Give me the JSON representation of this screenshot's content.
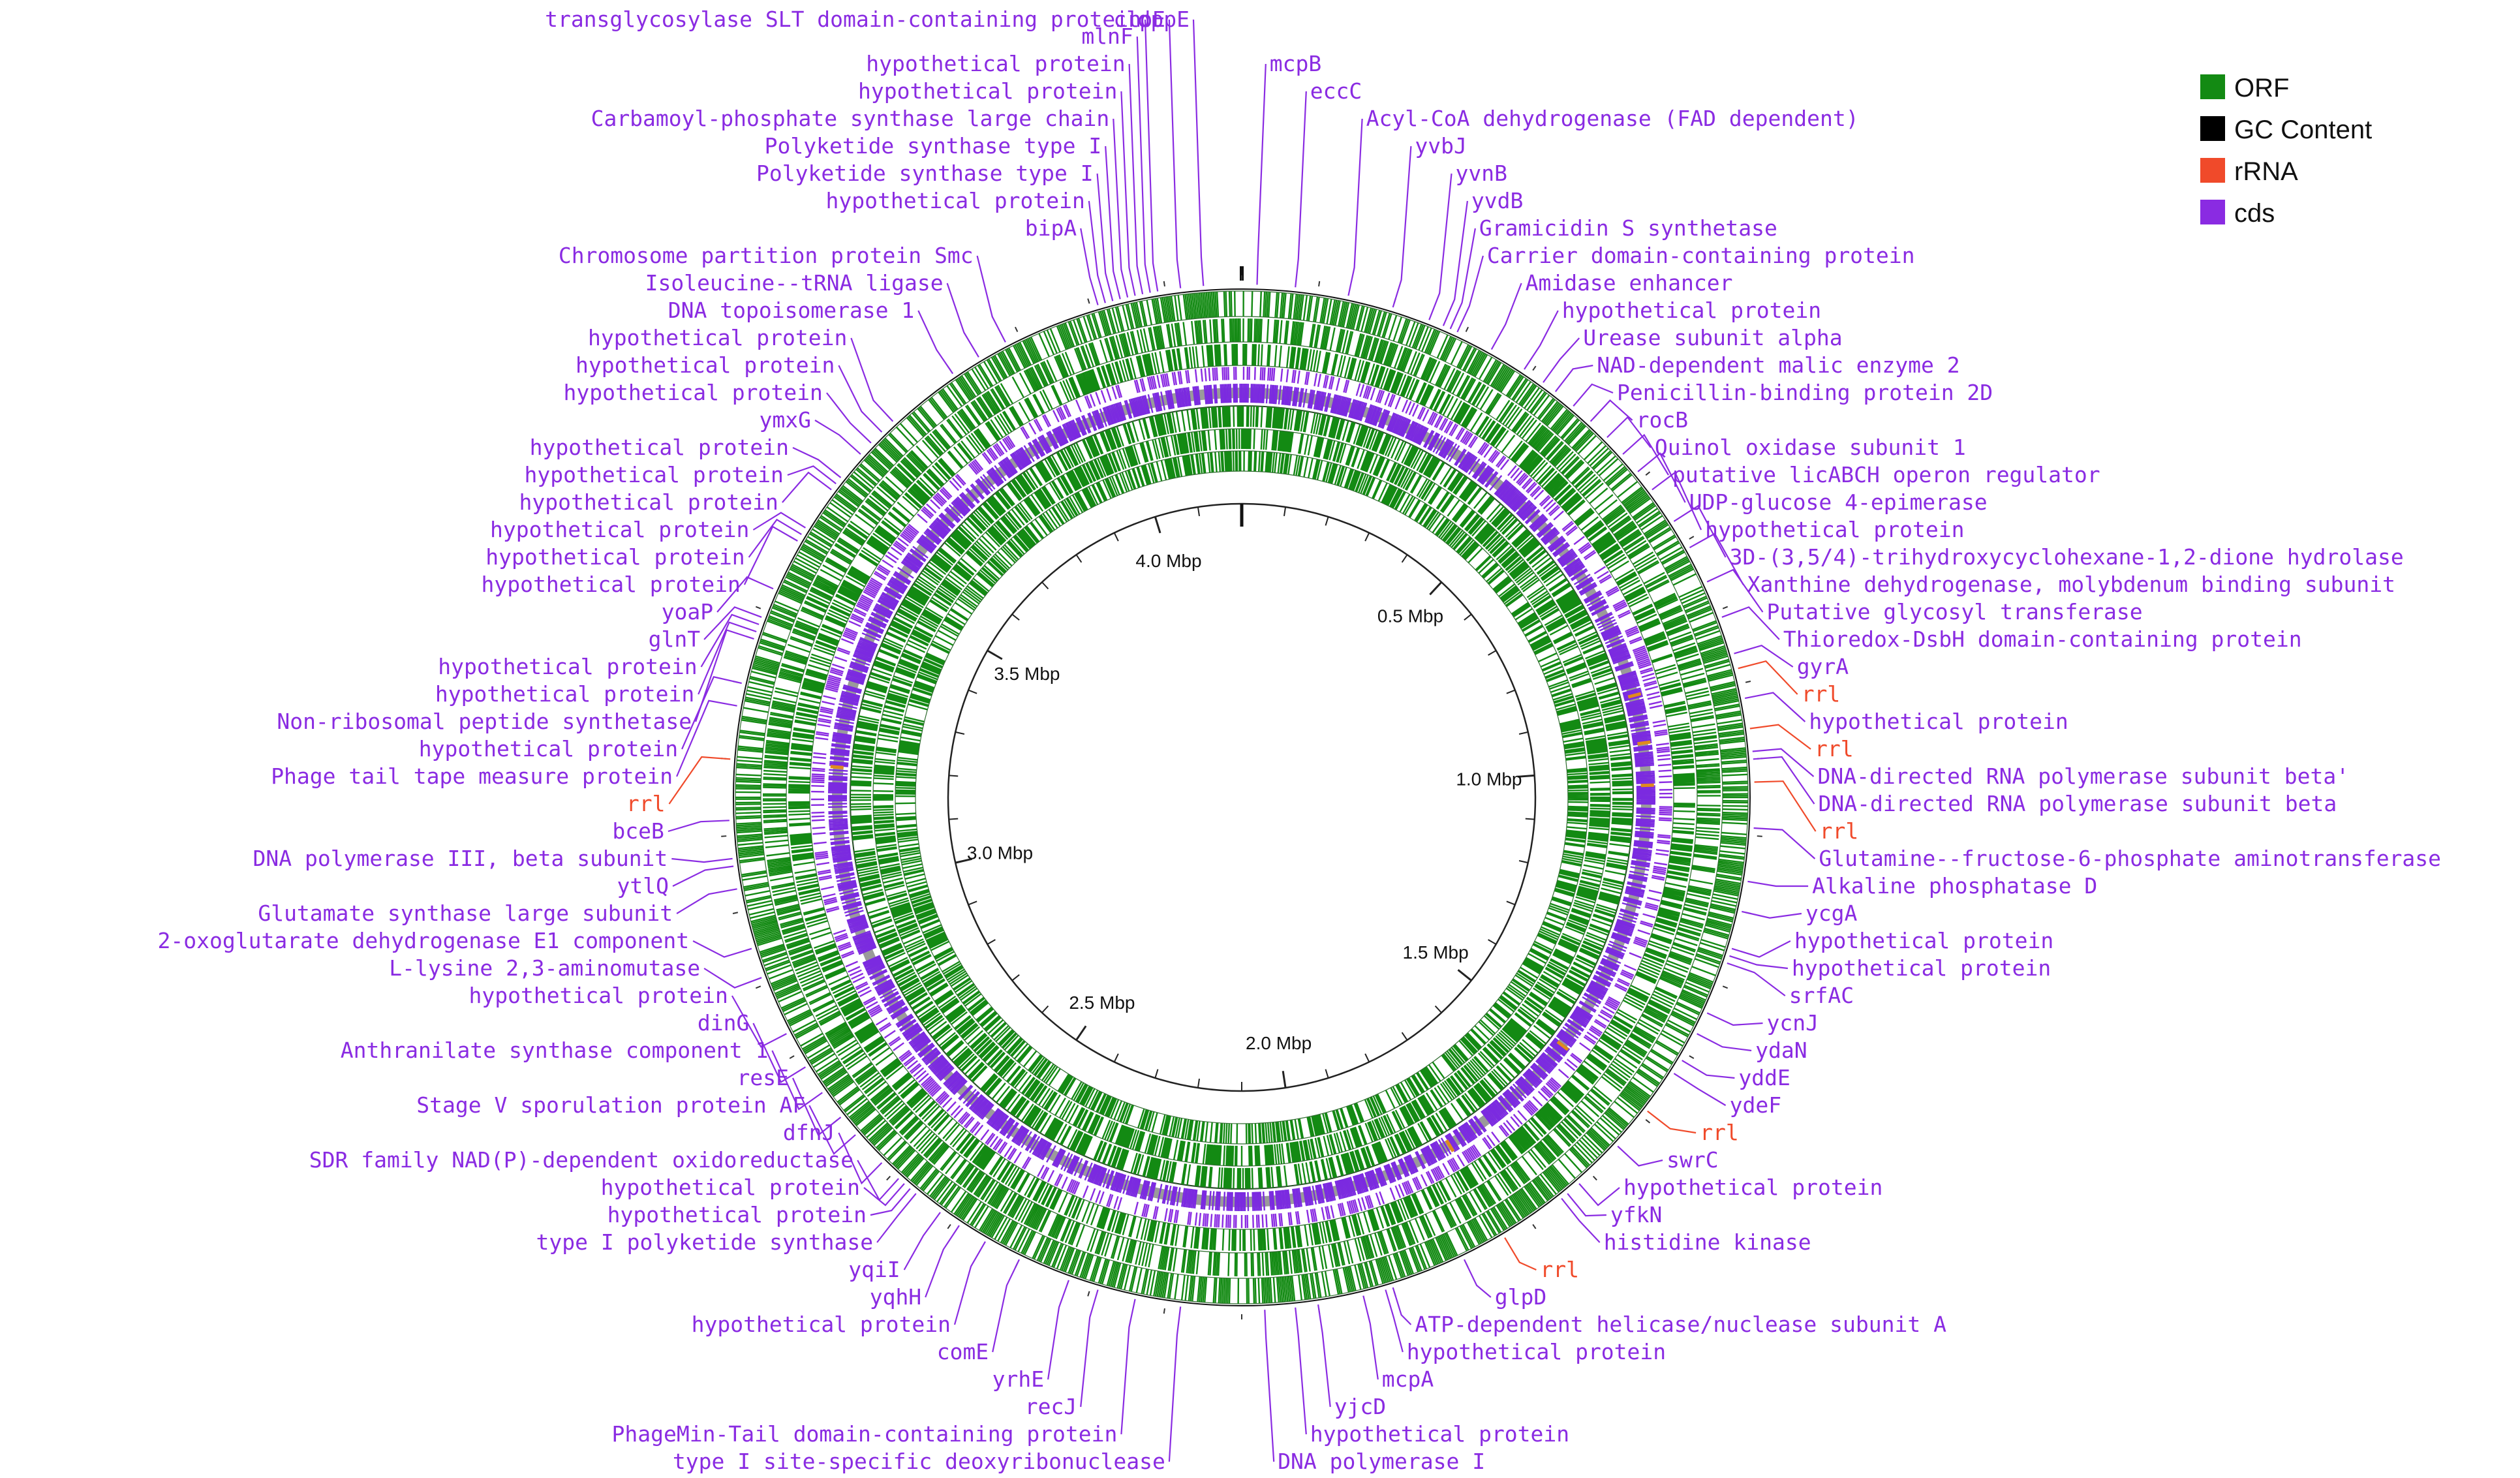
{
  "legend": [
    {
      "label": "ORF",
      "color": "#138a13"
    },
    {
      "label": "GC Content",
      "color": "#000000"
    },
    {
      "label": "rRNA",
      "color": "#f04a2a"
    },
    {
      "label": "cds",
      "color": "#8a2be2"
    }
  ],
  "genome": {
    "length_mbp": 4.2,
    "scale_labels": [
      "0.5 Mbp",
      "1.0 Mbp",
      "1.5 Mbp",
      "2.0 Mbp",
      "2.5 Mbp",
      "3.0 Mbp",
      "3.5 Mbp",
      "4.0 Mbp"
    ],
    "scale_positions_mbp": [
      0.5,
      1.0,
      1.5,
      2.0,
      2.5,
      3.0,
      3.5,
      4.0
    ]
  },
  "colors": {
    "cds_label": "#8a2be2",
    "rrna_label": "#f04a2a",
    "orf": "#138a13",
    "orf_dark": "#0b6e0b",
    "ring_border": "#111111",
    "gc_track": "#9a9a9a"
  },
  "features": [
    {
      "label": "hypothetical protein",
      "type": "cds",
      "pos_mbp": 4.06
    },
    {
      "label": "hypothetical protein",
      "type": "cds",
      "pos_mbp": 4.07
    },
    {
      "label": "mlnF",
      "type": "cds",
      "pos_mbp": 4.08
    },
    {
      "label": "transglycosylase SLT domain-containing protein",
      "type": "cds",
      "pos_mbp": 4.09
    },
    {
      "label": "Carbamoyl-phosphate synthase large chain",
      "type": "cds",
      "pos_mbp": 4.05
    },
    {
      "label": "Polyketide synthase type I",
      "type": "cds",
      "pos_mbp": 4.04
    },
    {
      "label": "Polyketide synthase type I",
      "type": "cds",
      "pos_mbp": 4.03
    },
    {
      "label": "hypothetical protein",
      "type": "cds",
      "pos_mbp": 4.02
    },
    {
      "label": "bipA",
      "type": "cds",
      "pos_mbp": 4.01
    },
    {
      "label": "clpE",
      "type": "cds",
      "pos_mbp": 4.12
    },
    {
      "label": "dppE",
      "type": "cds",
      "pos_mbp": 4.15
    },
    {
      "label": "mcpB",
      "type": "cds",
      "pos_mbp": 0.02
    },
    {
      "label": "eccC",
      "type": "cds",
      "pos_mbp": 0.07
    },
    {
      "label": "Acyl-CoA dehydrogenase (FAD dependent)",
      "type": "cds",
      "pos_mbp": 0.14
    },
    {
      "label": "yvbJ",
      "type": "cds",
      "pos_mbp": 0.2
    },
    {
      "label": "yvnB",
      "type": "cds",
      "pos_mbp": 0.25
    },
    {
      "label": "yvdB",
      "type": "cds",
      "pos_mbp": 0.27
    },
    {
      "label": "Gramicidin S synthetase",
      "type": "cds",
      "pos_mbp": 0.28
    },
    {
      "label": "Carrier domain-containing protein",
      "type": "cds",
      "pos_mbp": 0.29
    },
    {
      "label": "Amidase enhancer",
      "type": "cds",
      "pos_mbp": 0.34
    },
    {
      "label": "hypothetical protein",
      "type": "cds",
      "pos_mbp": 0.39
    },
    {
      "label": "Urease subunit alpha",
      "type": "cds",
      "pos_mbp": 0.42
    },
    {
      "label": "NAD-dependent malic enzyme 2",
      "type": "cds",
      "pos_mbp": 0.44
    },
    {
      "label": "Penicillin-binding protein 2D",
      "type": "cds",
      "pos_mbp": 0.47
    },
    {
      "label": "rocB",
      "type": "cds",
      "pos_mbp": 0.5
    },
    {
      "label": "Quinol oxidase subunit 1",
      "type": "cds",
      "pos_mbp": 0.53
    },
    {
      "label": "putative licABCH operon regulator",
      "type": "cds",
      "pos_mbp": 0.56
    },
    {
      "label": "UDP-glucose 4-epimerase",
      "type": "cds",
      "pos_mbp": 0.59
    },
    {
      "label": "hypothetical protein",
      "type": "cds",
      "pos_mbp": 0.62
    },
    {
      "label": "3D-(3,5/4)-trihydroxycyclohexane-1,2-dione hydrolase",
      "type": "cds",
      "pos_mbp": 0.67
    },
    {
      "label": "Xanthine dehydrogenase, molybdenum binding subunit",
      "type": "cds",
      "pos_mbp": 0.71
    },
    {
      "label": "Putative glycosyl transferase",
      "type": "cds",
      "pos_mbp": 0.76
    },
    {
      "label": "Thioredox-DsbH domain-containing protein",
      "type": "cds",
      "pos_mbp": 0.81
    },
    {
      "label": "gyrA",
      "type": "cds",
      "pos_mbp": 0.86
    },
    {
      "label": "rrl",
      "type": "rrna",
      "pos_mbp": 0.88
    },
    {
      "label": "hypothetical protein",
      "type": "cds",
      "pos_mbp": 0.92
    },
    {
      "label": "rrl",
      "type": "rrna",
      "pos_mbp": 0.96
    },
    {
      "label": "DNA-directed RNA polymerase subunit beta'",
      "type": "cds",
      "pos_mbp": 0.99
    },
    {
      "label": "DNA-directed RNA polymerase subunit beta",
      "type": "cds",
      "pos_mbp": 1.0
    },
    {
      "label": "rrl",
      "type": "rrna",
      "pos_mbp": 1.03
    },
    {
      "label": "Glutamine--fructose-6-phosphate aminotransferase",
      "type": "cds",
      "pos_mbp": 1.09
    },
    {
      "label": "Alkaline phosphatase D",
      "type": "cds",
      "pos_mbp": 1.16
    },
    {
      "label": "ycgA",
      "type": "cds",
      "pos_mbp": 1.2
    },
    {
      "label": "hypothetical protein",
      "type": "cds",
      "pos_mbp": 1.25
    },
    {
      "label": "hypothetical protein",
      "type": "cds",
      "pos_mbp": 1.26
    },
    {
      "label": "srfAC",
      "type": "cds",
      "pos_mbp": 1.27
    },
    {
      "label": "ycnJ",
      "type": "cds",
      "pos_mbp": 1.34
    },
    {
      "label": "ydaN",
      "type": "cds",
      "pos_mbp": 1.37
    },
    {
      "label": "yddE",
      "type": "cds",
      "pos_mbp": 1.41
    },
    {
      "label": "ydeF",
      "type": "cds",
      "pos_mbp": 1.43
    },
    {
      "label": "rrl",
      "type": "rrna",
      "pos_mbp": 1.49
    },
    {
      "label": "swrC",
      "type": "cds",
      "pos_mbp": 1.55
    },
    {
      "label": "hypothetical protein",
      "type": "cds",
      "pos_mbp": 1.62
    },
    {
      "label": "yfkN",
      "type": "cds",
      "pos_mbp": 1.64
    },
    {
      "label": "histidine kinase",
      "type": "cds",
      "pos_mbp": 1.65
    },
    {
      "label": "rrl",
      "type": "rrna",
      "pos_mbp": 1.74
    },
    {
      "label": "glpD",
      "type": "cds",
      "pos_mbp": 1.8
    },
    {
      "label": "ATP-dependent helicase/nuclease subunit A",
      "type": "cds",
      "pos_mbp": 1.9
    },
    {
      "label": "hypothetical protein",
      "type": "cds",
      "pos_mbp": 1.91
    },
    {
      "label": "mcpA",
      "type": "cds",
      "pos_mbp": 1.94
    },
    {
      "label": "yjcD",
      "type": "cds",
      "pos_mbp": 2.0
    },
    {
      "label": "hypothetical protein",
      "type": "cds",
      "pos_mbp": 2.03
    },
    {
      "label": "DNA polymerase I",
      "type": "cds",
      "pos_mbp": 2.07
    },
    {
      "label": "type I site-specific deoxyribonuclease",
      "type": "cds",
      "pos_mbp": 2.18
    },
    {
      "label": "PhageMin-Tail domain-containing protein",
      "type": "cds",
      "pos_mbp": 2.24
    },
    {
      "label": "recJ",
      "type": "cds",
      "pos_mbp": 2.29
    },
    {
      "label": "yrhE",
      "type": "cds",
      "pos_mbp": 2.33
    },
    {
      "label": "comE",
      "type": "cds",
      "pos_mbp": 2.4
    },
    {
      "label": "hypothetical protein",
      "type": "cds",
      "pos_mbp": 2.45
    },
    {
      "label": "yqhH",
      "type": "cds",
      "pos_mbp": 2.49
    },
    {
      "label": "yqiI",
      "type": "cds",
      "pos_mbp": 2.52
    },
    {
      "label": "type I polyketide synthase",
      "type": "cds",
      "pos_mbp": 2.56
    },
    {
      "label": "hypothetical protein",
      "type": "cds",
      "pos_mbp": 2.57
    },
    {
      "label": "hypothetical protein",
      "type": "cds",
      "pos_mbp": 2.58
    },
    {
      "label": "SDR family NAD(P)-dependent oxidoreductase",
      "type": "cds",
      "pos_mbp": 2.59
    },
    {
      "label": "dfnJ",
      "type": "cds",
      "pos_mbp": 2.62
    },
    {
      "label": "Stage V sporulation protein AF",
      "type": "cds",
      "pos_mbp": 2.67
    },
    {
      "label": "resE",
      "type": "cds",
      "pos_mbp": 2.7
    },
    {
      "label": "Anthranilate synthase component 1",
      "type": "cds",
      "pos_mbp": 2.74
    },
    {
      "label": "dinG",
      "type": "cds",
      "pos_mbp": 2.78
    },
    {
      "label": "hypothetical protein",
      "type": "cds",
      "pos_mbp": 2.83
    },
    {
      "label": "L-lysine 2,3-aminomutase",
      "type": "cds",
      "pos_mbp": 2.91
    },
    {
      "label": "2-oxoglutarate dehydrogenase E1 component",
      "type": "cds",
      "pos_mbp": 2.95
    },
    {
      "label": "Glutamate synthase large subunit",
      "type": "cds",
      "pos_mbp": 3.03
    },
    {
      "label": "ytlQ",
      "type": "cds",
      "pos_mbp": 3.06
    },
    {
      "label": "DNA polymerase III, beta subunit",
      "type": "cds",
      "pos_mbp": 3.07
    },
    {
      "label": "bceB",
      "type": "cds",
      "pos_mbp": 3.12
    },
    {
      "label": "rrl",
      "type": "rrna",
      "pos_mbp": 3.2
    },
    {
      "label": "Phage tail tape measure protein",
      "type": "cds",
      "pos_mbp": 3.27
    },
    {
      "label": "hypothetical protein",
      "type": "cds",
      "pos_mbp": 3.3
    },
    {
      "label": "Non-ribosomal peptide synthetase",
      "type": "cds",
      "pos_mbp": 3.36
    },
    {
      "label": "hypothetical protein",
      "type": "cds",
      "pos_mbp": 3.37
    },
    {
      "label": "glnT",
      "type": "cds",
      "pos_mbp": 3.39
    },
    {
      "label": "hypothetical protein",
      "type": "cds",
      "pos_mbp": 3.38
    },
    {
      "label": "yoaP",
      "type": "cds",
      "pos_mbp": 3.43
    },
    {
      "label": "hypothetical protein",
      "type": "cds",
      "pos_mbp": 3.5
    },
    {
      "label": "hypothetical protein",
      "type": "cds",
      "pos_mbp": 3.51
    },
    {
      "label": "hypothetical protein",
      "type": "cds",
      "pos_mbp": 3.52
    },
    {
      "label": "hypothetical protein",
      "type": "cds",
      "pos_mbp": 3.58
    },
    {
      "label": "hypothetical protein",
      "type": "cds",
      "pos_mbp": 3.59
    },
    {
      "label": "hypothetical protein",
      "type": "cds",
      "pos_mbp": 3.6
    },
    {
      "label": "ymxG",
      "type": "cds",
      "pos_mbp": 3.64
    },
    {
      "label": "hypothetical protein",
      "type": "cds",
      "pos_mbp": 3.66
    },
    {
      "label": "hypothetical protein",
      "type": "cds",
      "pos_mbp": 3.68
    },
    {
      "label": "hypothetical protein",
      "type": "cds",
      "pos_mbp": 3.7
    },
    {
      "label": "DNA topoisomerase 1",
      "type": "cds",
      "pos_mbp": 3.8
    },
    {
      "label": "Isoleucine--tRNA ligase",
      "type": "cds",
      "pos_mbp": 3.84
    },
    {
      "label": "Chromosome partition protein Smc",
      "type": "cds",
      "pos_mbp": 3.88
    }
  ]
}
